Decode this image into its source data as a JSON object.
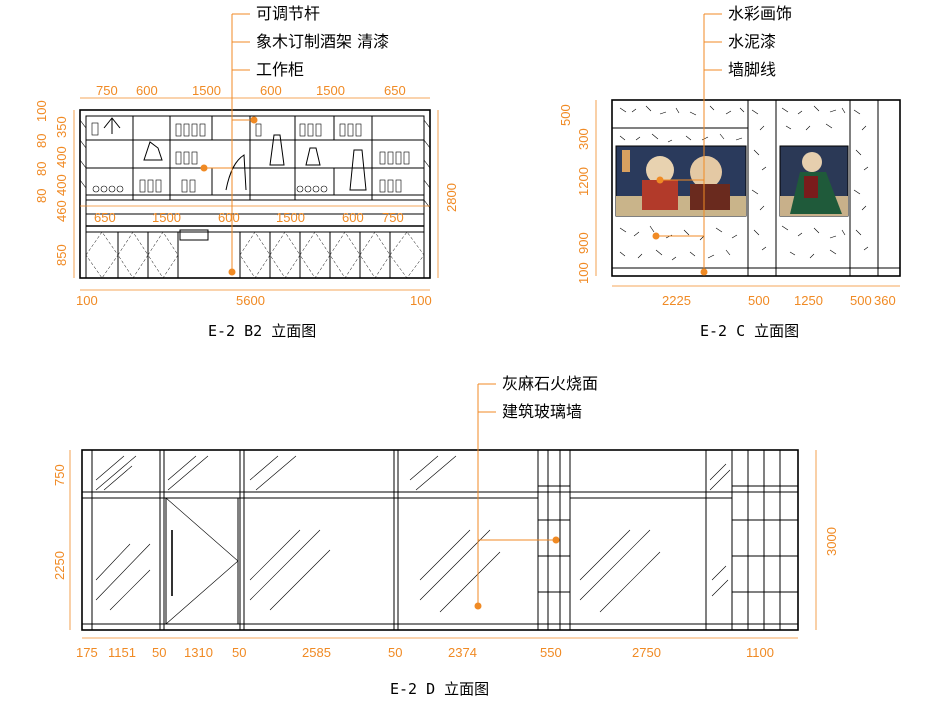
{
  "views": {
    "b2": {
      "title": "E-2 B2 立面图",
      "labels": [
        "可调节杆",
        "象木订制酒架 清漆",
        "工作柜"
      ],
      "top_dims": [
        "750",
        "600",
        "1500",
        "600",
        "1500",
        "650"
      ],
      "mid_dims": [
        "650",
        "1500",
        "600",
        "1500",
        "600",
        "750"
      ],
      "bottom_dims": [
        "100",
        "5600",
        "100"
      ],
      "left_dims": [
        "100",
        "350",
        "80",
        "400",
        "80",
        "400",
        "80",
        "460",
        "850"
      ],
      "right_dims": [
        "2800"
      ]
    },
    "c": {
      "title": "E-2 C 立面图",
      "labels": [
        "水彩画饰",
        "水泥漆",
        "墙脚线"
      ],
      "bottom_dims": [
        "2225",
        "500",
        "1250",
        "500",
        "360"
      ],
      "left_dims": [
        "500",
        "300",
        "1200",
        "900",
        "100"
      ]
    },
    "d": {
      "title": "E-2 D 立面图",
      "labels": [
        "灰麻石火烧面",
        "建筑玻璃墙"
      ],
      "bottom_dims": [
        "175",
        "1151",
        "50",
        "1310",
        "50",
        "2585",
        "50",
        "2374",
        "550",
        "2750",
        "1100"
      ],
      "left_dims": [
        "750",
        "2250"
      ],
      "right_dims": [
        "3000"
      ]
    }
  }
}
